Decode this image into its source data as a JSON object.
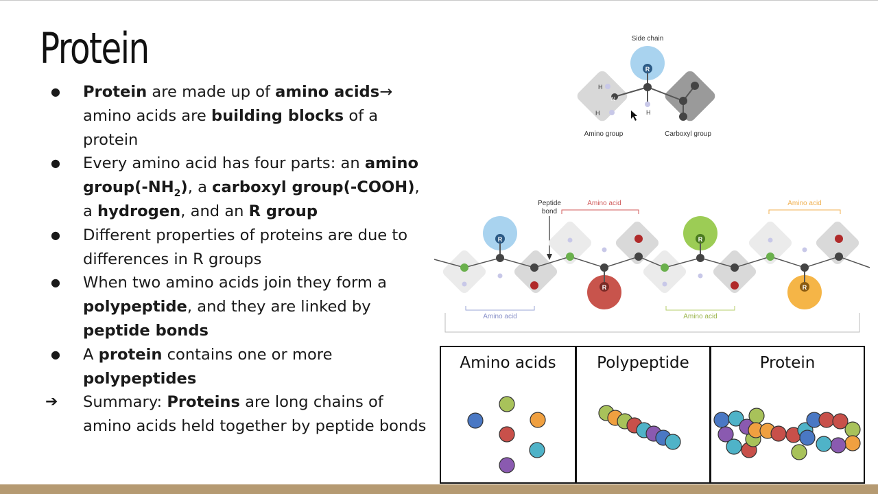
{
  "slide": {
    "title": "Protein",
    "bullets": [
      {
        "marker": "●",
        "parts": {
          "p1": "Protein",
          "p2": " are made up of ",
          "p3": "amino acids",
          "p4": "→ amino acids are ",
          "p5": "building blocks",
          "p6": " of a protein"
        }
      },
      {
        "marker": "●",
        "parts": {
          "p1": "Every amino acid has four parts: an ",
          "p2": "amino group(-NH",
          "p3": "2",
          "p4": ")",
          "p5": ", a ",
          "p6": "carboxyl group(-COOH)",
          "p7": ", a ",
          "p8": "hydrogen",
          "p9": ", and an ",
          "p10": "R group"
        }
      },
      {
        "marker": "●",
        "parts": {
          "p1": "Different properties of proteins are due to differences in R groups"
        }
      },
      {
        "marker": "●",
        "parts": {
          "p1": "When two amino acids join they form a ",
          "p2": "polypeptide",
          "p3": ", and they are linked by ",
          "p4": "peptide bonds"
        }
      },
      {
        "marker": "●",
        "parts": {
          "p1": "A ",
          "p2": "protein",
          "p3": " contains one or more ",
          "p4": "polypeptides"
        }
      },
      {
        "marker": "➔",
        "parts": {
          "p1": "Summary: ",
          "p2": "Proteins",
          "p3": " are long chains of amino acids held together by peptide bonds"
        }
      }
    ]
  },
  "figure_top": {
    "side_chain_label": "Side chain",
    "amino_group_label": "Amino group",
    "carboxyl_group_label": "Carboxyl group",
    "r_letter": "R",
    "h_letter": "H",
    "n_letter": "N"
  },
  "figure_chain": {
    "peptide_bond_label": "Peptide\nbond",
    "peptide_line1": "Peptide",
    "peptide_line2": "bond",
    "amino_acid_label": "Amino acid",
    "r_letter": "R"
  },
  "panels": {
    "amino_acids_title": "Amino acids",
    "polypeptide_title": "Polypeptide",
    "protein_title": "Protein"
  },
  "colors": {
    "bead_blue": "#4a78c4",
    "bead_olive": "#a8c25a",
    "bead_orange": "#f0a040",
    "bead_red": "#c8504a",
    "bead_teal": "#4fb3c8",
    "bead_purple": "#8a5ab0",
    "accent_bar": "#b59a72",
    "r_blue": "#a9d3ef",
    "r_green": "#9ccc55",
    "r_red": "#c8544c",
    "r_orange": "#f5b547"
  }
}
